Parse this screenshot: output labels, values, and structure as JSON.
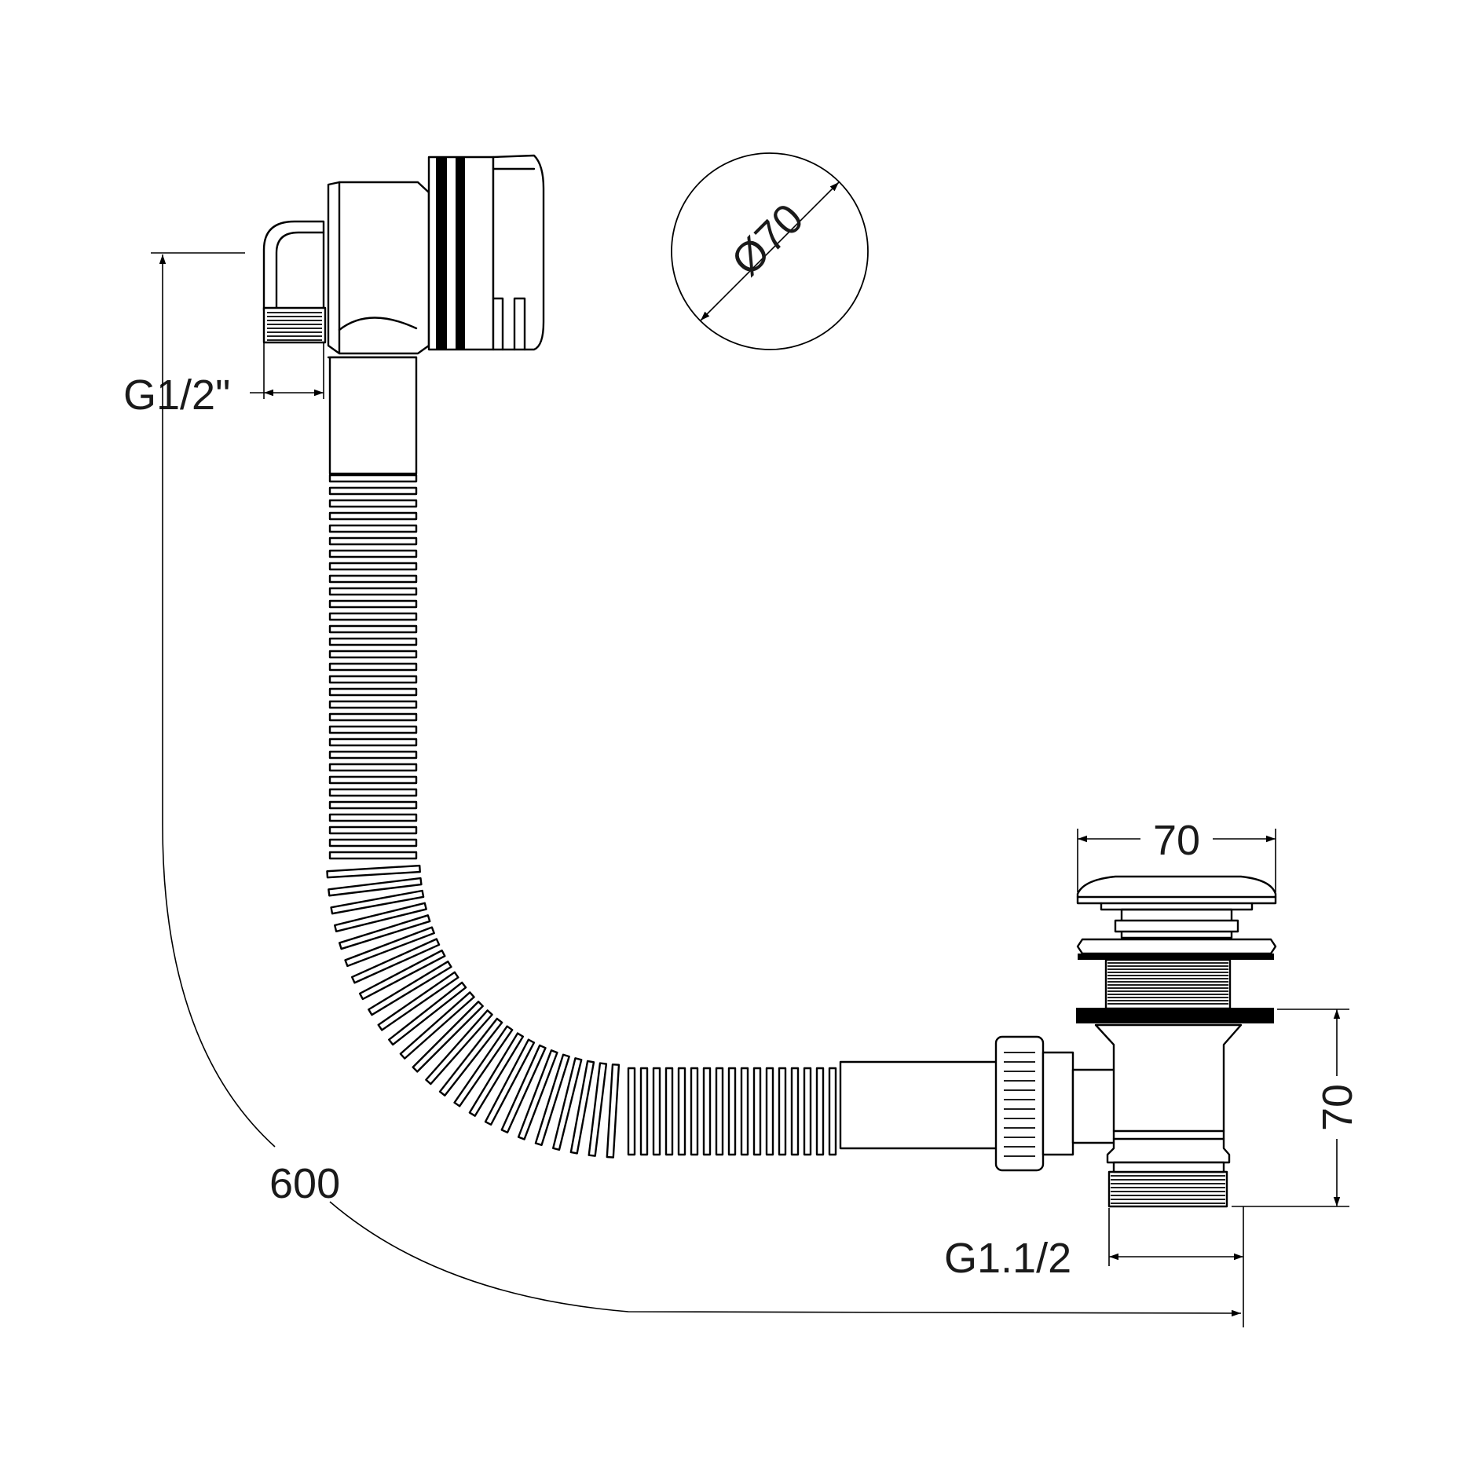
{
  "labels": {
    "inlet_thread": "G1/2\"",
    "cap_diameter": "Ø70",
    "cap_width": "70",
    "waste_height": "70",
    "outlet_thread": "G1.1/2",
    "total_length": "600"
  },
  "colors": {
    "line": "#000000",
    "background": "#ffffff"
  }
}
